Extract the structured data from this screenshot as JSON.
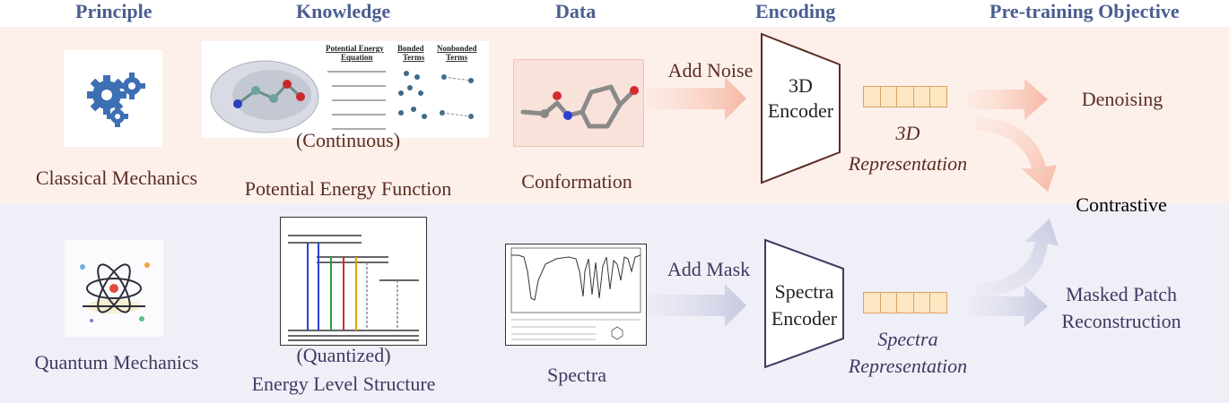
{
  "headers": {
    "principle": "Principle",
    "knowledge": "Knowledge",
    "data": "Data",
    "encoding": "Encoding",
    "objective": "Pre-training Objective"
  },
  "classical": {
    "principle": "Classical Mechanics",
    "knowledge_line1": "(Continuous)",
    "knowledge_line2": "Potential Energy Function",
    "data": "Conformation",
    "action": "Add Noise",
    "encoder_line1": "3D",
    "encoder_line2": "Encoder",
    "rep_line1": "3D",
    "rep_line2": "Representation",
    "objective": "Denoising",
    "equation_header_1": "Potential Energy",
    "equation_header_1b": "Equation",
    "equation_header_2": "Bonded",
    "equation_header_2b": "Terms",
    "equation_header_3": "Nonbonded",
    "equation_header_3b": "Terms"
  },
  "shared": {
    "objective": "Contrastive"
  },
  "quantum": {
    "principle": "Quantum Mechanics",
    "knowledge_line1": "(Quantized)",
    "knowledge_line2": "Energy Level Structure",
    "data": "Spectra",
    "action": "Add Mask",
    "encoder_line1": "Spectra",
    "encoder_line2": "Encoder",
    "rep_line1": "Spectra",
    "rep_line2": "Representation",
    "objective_line1": "Masked Patch",
    "objective_line2": "Reconstruction"
  },
  "colors": {
    "header": "#4a5e8e",
    "top_band": "#fdf0ea",
    "bottom_band": "#efeff7",
    "top_text": "#5a2d24",
    "bottom_text": "#3e3a62",
    "top_arrow": "#f6b8a4",
    "bottom_arrow": "#c7c8df",
    "gear": "#3d6fb4",
    "token_fill": "#fde7c2",
    "token_border": "#d9a361"
  }
}
